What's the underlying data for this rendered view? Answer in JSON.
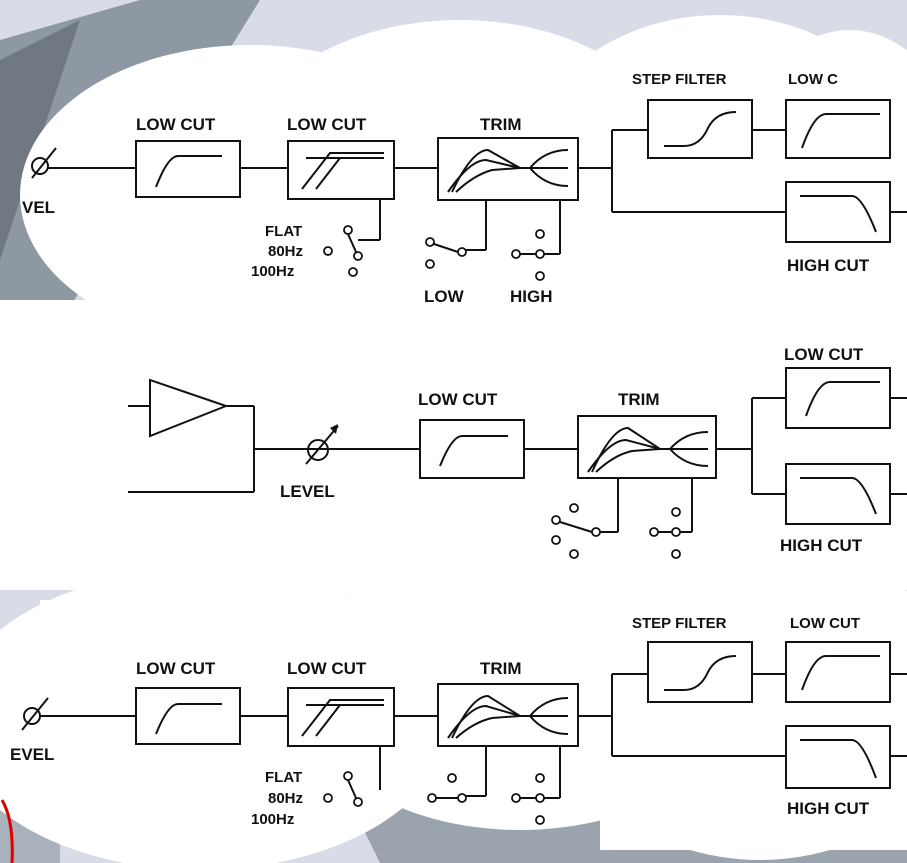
{
  "colors": {
    "cloud": "#ffffff",
    "backdrop": "#d9dce6",
    "device": "#9aa3ad",
    "ink": "#111111",
    "highlight": "#e00000"
  },
  "chain_top": {
    "level_label": "VEL",
    "low_cut_1": "LOW CUT",
    "low_cut_2": "LOW CUT",
    "trim": "TRIM",
    "step_filter": "STEP FILTER",
    "low_cut_3": "LOW C",
    "high_cut": "HIGH CUT",
    "flat": "FLAT",
    "hz80": "80Hz",
    "hz100": "100Hz",
    "low": "LOW",
    "high": "HIGH"
  },
  "chain_middle": {
    "level_label": "LEVEL",
    "low_cut_1": "LOW CUT",
    "trim": "TRIM",
    "low_cut_2": "LOW CUT",
    "high_cut": "HIGH CUT"
  },
  "chain_bottom": {
    "level_label": "EVEL",
    "low_cut_1": "LOW CUT",
    "low_cut_2": "LOW CUT",
    "trim": "TRIM",
    "step_filter": "STEP FILTER",
    "low_cut_3": "LOW CUT",
    "high_cut": "HIGH CUT",
    "flat": "FLAT",
    "hz80": "80Hz",
    "hz100": "100Hz"
  }
}
